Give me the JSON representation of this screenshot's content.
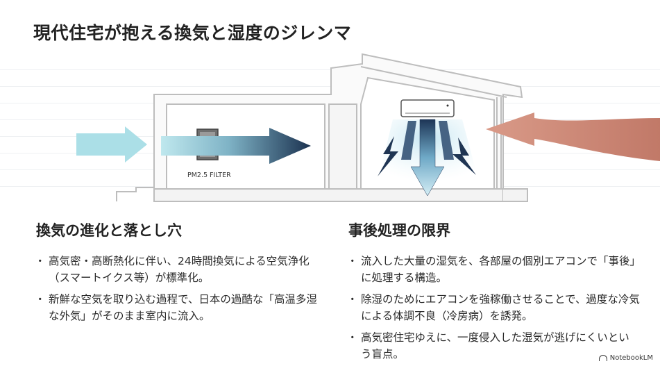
{
  "title": "現代住宅が抱える換気と湿度のジレンマ",
  "diagram": {
    "filter_label": "PM2.5 FILTER"
  },
  "left_section": {
    "heading": "換気の進化と落とし穴",
    "bullets": [
      "高気密・高断熱化に伴い、24時間換気による空気浄化（スマートイクス等）が標準化。",
      "新鮮な空気を取り込む過程で、日本の過酷な「高温多湿な外気」がそのまま室内に流入。"
    ]
  },
  "right_section": {
    "heading": "事後処理の限界",
    "bullets": [
      "流入した大量の湿気を、各部屋の個別エアコンで「事後」に処理する構造。",
      "除湿のためにエアコンを強稼働させることで、過度な冷気による体調不良（冷房病）を誘発。",
      "高気密住宅ゆえに、一度侵入した湿気が逃げにくいという盲点。"
    ]
  },
  "brand": "NotebookLM",
  "colors": {
    "navy_arrow": "#1f3553",
    "light_arrow": "#a9dde6",
    "humid_air": "#c77b6a",
    "wall": "#bcbcbc"
  }
}
